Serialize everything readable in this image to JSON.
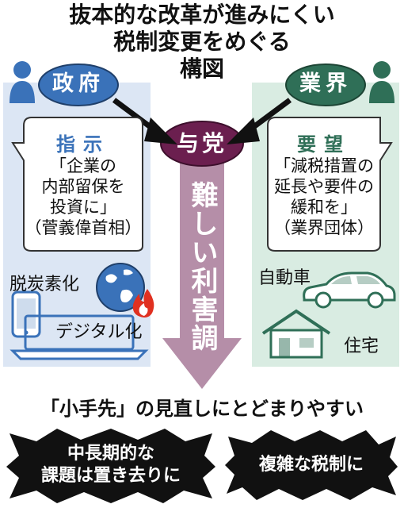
{
  "title": {
    "line1": "抜本的な改革が進みにくい",
    "line2": "税制変更をめぐる",
    "line3": "構図"
  },
  "left": {
    "actor": "政府",
    "bubble_head": "指示",
    "bubble_line1": "「企業の",
    "bubble_line2": "内部留保を",
    "bubble_line3": "投資に」",
    "bubble_line4": "（菅義偉首相）",
    "topic1": "脱炭素化",
    "topic2": "デジタル化"
  },
  "center": {
    "actor": "与党",
    "arrow_text": "難しい利害調整"
  },
  "right": {
    "actor": "業界",
    "bubble_head": "要望",
    "bubble_line1": "「減税措置の",
    "bubble_line2": "延長や要件の",
    "bubble_line3": "緩和を」",
    "bubble_line4": "（業界団体）",
    "topic1": "自動車",
    "topic2": "住宅"
  },
  "conclusion": "「小手先」の見直しにとどまりやすい",
  "outcomes": {
    "left_line1": "中長期的な",
    "left_line2": "課題は置き去りに",
    "right": "複雑な税制に"
  },
  "colors": {
    "left_panel": "#dce6f4",
    "right_panel": "#d9ece2",
    "left_oval": "#3a72b9",
    "right_oval": "#2f6f57",
    "center_oval": "#6b1f4f",
    "arrow": "#b58ea8",
    "burst": "#111111"
  }
}
